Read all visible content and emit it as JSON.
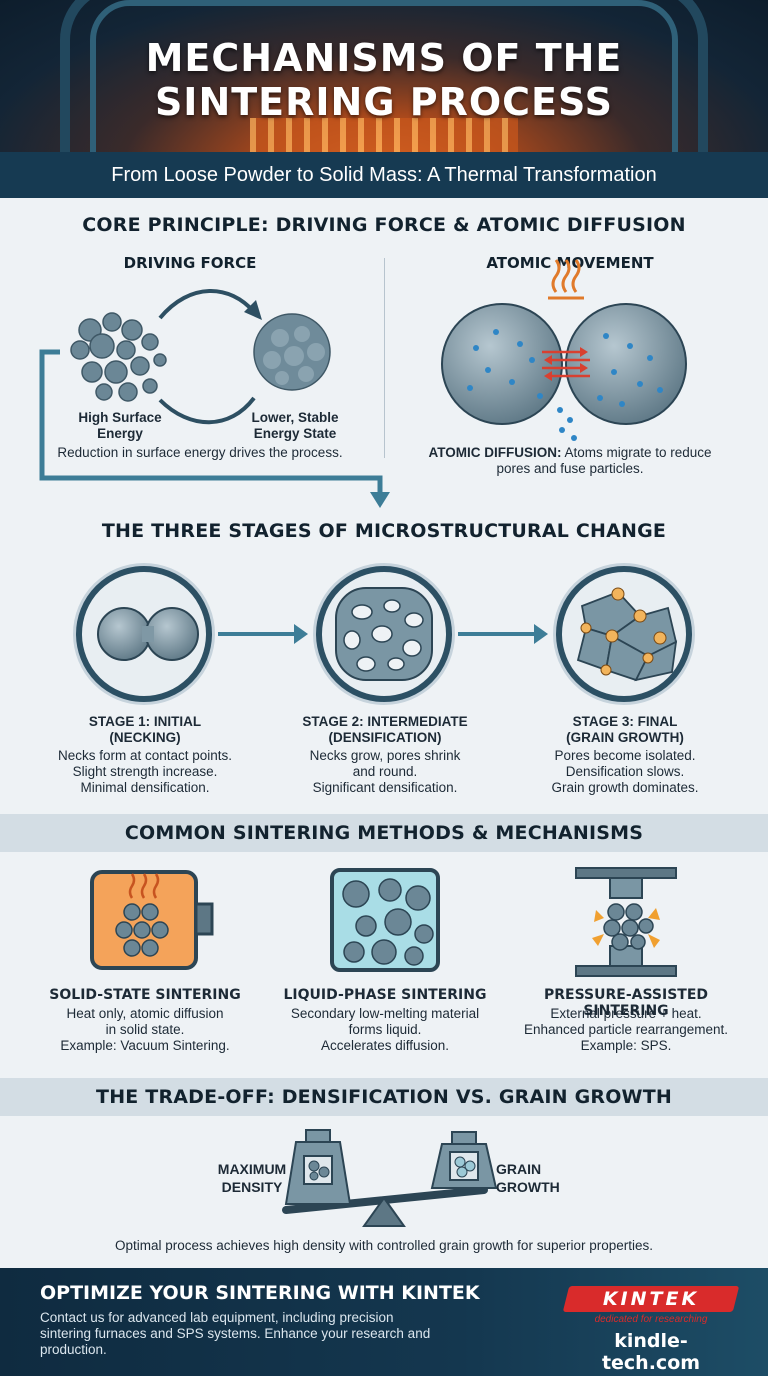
{
  "header": {
    "title_line1": "MECHANISMS OF THE",
    "title_line2": "SINTERING PROCESS",
    "subtitle": "From Loose Powder to Solid Mass: A Thermal Transformation"
  },
  "core": {
    "title": "CORE PRINCIPLE: DRIVING FORCE & ATOMIC DIFFUSION",
    "driving_force": {
      "heading": "DRIVING FORCE",
      "left_label_1": "High Surface",
      "left_label_2": "Energy",
      "right_label_1": "Lower, Stable",
      "right_label_2": "Energy State",
      "caption": "Reduction in surface energy drives the process."
    },
    "atomic_movement": {
      "heading": "ATOMIC MOVEMENT",
      "caption_bold": "ATOMIC DIFFUSION:",
      "caption_rest": " Atoms migrate to reduce",
      "caption_line2": "pores and fuse particles."
    }
  },
  "stages": {
    "title": "THE THREE STAGES OF MICROSTRUCTURAL CHANGE",
    "items": [
      {
        "title1": "STAGE 1: INITIAL",
        "title2": "(NECKING)",
        "l1": "Necks form at contact points.",
        "l2": "Slight strength increase.",
        "l3": "Minimal densification."
      },
      {
        "title1": "STAGE 2: INTERMEDIATE",
        "title2": "(DENSIFICATION)",
        "l1": "Necks grow, pores shrink",
        "l2": "and round.",
        "l3": "Significant densification."
      },
      {
        "title1": "STAGE 3: FINAL",
        "title2": "(GRAIN GROWTH)",
        "l1": "Pores become isolated.",
        "l2": "Densification slows.",
        "l3": "Grain growth dominates."
      }
    ]
  },
  "methods": {
    "title": "COMMON SINTERING METHODS & MECHANISMS",
    "items": [
      {
        "title": "SOLID-STATE SINTERING",
        "l1": "Heat only, atomic diffusion",
        "l2": "in solid state.",
        "l3": "Example: Vacuum Sintering."
      },
      {
        "title": "LIQUID-PHASE SINTERING",
        "l1": "Secondary low-melting material",
        "l2": "forms liquid.",
        "l3": "Accelerates diffusion."
      },
      {
        "title": "PRESSURE-ASSISTED SINTERING",
        "l1": "External pressure + heat.",
        "l2": "Enhanced particle rearrangement.",
        "l3": "Example: SPS."
      }
    ]
  },
  "tradeoff": {
    "title": "THE TRADE-OFF: DENSIFICATION VS. GRAIN GROWTH",
    "left_1": "MAXIMUM",
    "left_2": "DENSITY",
    "right_1": "GRAIN",
    "right_2": "GROWTH",
    "caption": "Optimal process achieves high density with controlled grain growth for superior properties."
  },
  "footer": {
    "heading": "OPTIMIZE YOUR SINTERING WITH KINTEK",
    "body": "Contact us for advanced lab equipment, including precision sintering furnaces and SPS systems. Enhance your research and production.",
    "logo": "KINTEK",
    "tagline": "dedicated for researching",
    "site": "kindle-tech.com"
  },
  "colors": {
    "navy": "#163a52",
    "teal_arrow": "#3d7d97",
    "particle": "#6b8796",
    "accent_red": "#d92b2b",
    "accent_orange": "#f0a030"
  }
}
